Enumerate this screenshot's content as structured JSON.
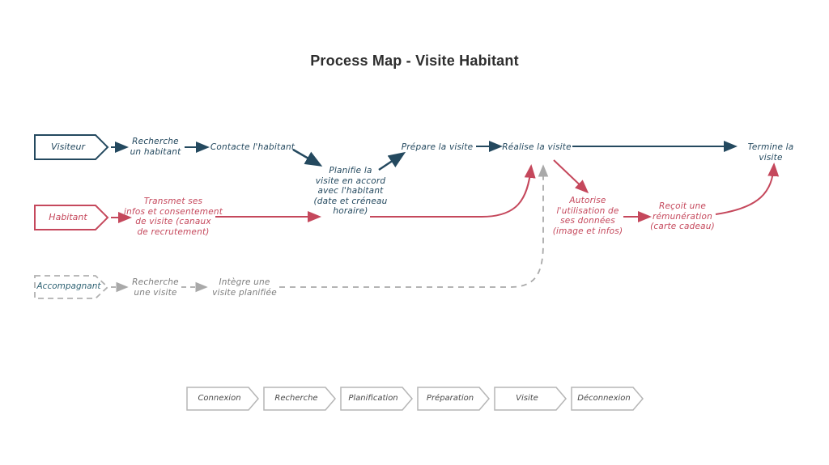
{
  "title": "Process Map - Visite Habitant",
  "colors": {
    "visiteur_navy": "#24495f",
    "habitant_red": "#c5485c",
    "accompagnant_gray": "#b1b1b1",
    "accompagnant_text_gray": "#7d7d7d",
    "accompagnant_box_teal": "#2e6273",
    "phase_border_gray": "#b5b5b5"
  },
  "lanes": {
    "visiteur": {
      "box": "Visiteur",
      "step1": "Recherche\nun habitant",
      "step2": "Contacte l'habitant",
      "step3": "Planifie la\nvisite en accord\navec l'habitant\n(date et créneau\nhoraire)",
      "step4": "Prépare la visite",
      "step5": "Réalise la visite",
      "step6": "Termine la visite"
    },
    "habitant": {
      "box": "Habitant",
      "step1": "Transmet ses\ninfos et consentement\nde visite (canaux\nde recrutement)",
      "step2": "Autorise\nl'utilisation de\nses données\n(image et infos)",
      "step3": "Reçoit une\nrémunération\n(carte cadeau)"
    },
    "accompagnant": {
      "box": "Accompagnant",
      "step1": "Recherche\nune visite",
      "step2": "Intègre une\nvisite planifiée"
    }
  },
  "phases": [
    "Connexion",
    "Recherche",
    "Planification",
    "Préparation",
    "Visite",
    "Déconnexion"
  ]
}
